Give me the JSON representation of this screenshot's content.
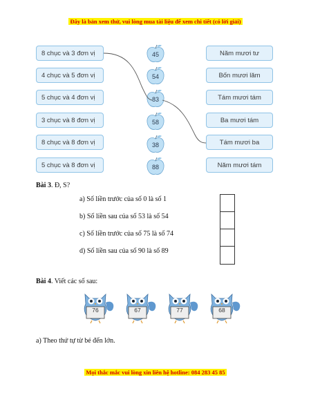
{
  "banner_top": "Đây là bản xem thử, vui lòng mua tài liệu để xem chi tiết (có lời giải)",
  "banner_bottom": "Mọi thắc mắc vui lòng xin liên hệ hotline: 084 283 45 85",
  "matching": {
    "left": [
      "8 chục và 3 đơn vị",
      "4 chục và 5 đơn vị",
      "5 chục và 4 đơn vị",
      "3 chục và 8 đơn vị",
      "8 chục và 8 đơn vị",
      "5 chục và 8 đơn vị"
    ],
    "apples": [
      "45",
      "54",
      "83",
      "58",
      "38",
      "88"
    ],
    "right": [
      "Năm mươi tư",
      "Bốn mươi lăm",
      "Tám mươi tám",
      "Ba mươi tám",
      "Tám mươi ba",
      "Năm mươi tám"
    ],
    "colors": {
      "box_fill": "#e3f1fb",
      "box_border": "#8fc3e6",
      "apple": "#bfe0f5"
    }
  },
  "bai3": {
    "label": "Bài 3",
    "title": ". Đ, S?",
    "items": [
      "a) Số liền trước của số 0 là số 1",
      "b) Số liền sau của số 53 là số 54",
      "c) Số liền trước của số 75 là số 74",
      "d) Số liền sau của số 90 là số 89"
    ]
  },
  "bai4": {
    "label": "Bài 4",
    "title": ". Viết các số sau:",
    "owls": [
      "76",
      "67",
      "77",
      "68"
    ],
    "part_a": "a) Theo thứ tự từ bé đến lớn."
  }
}
